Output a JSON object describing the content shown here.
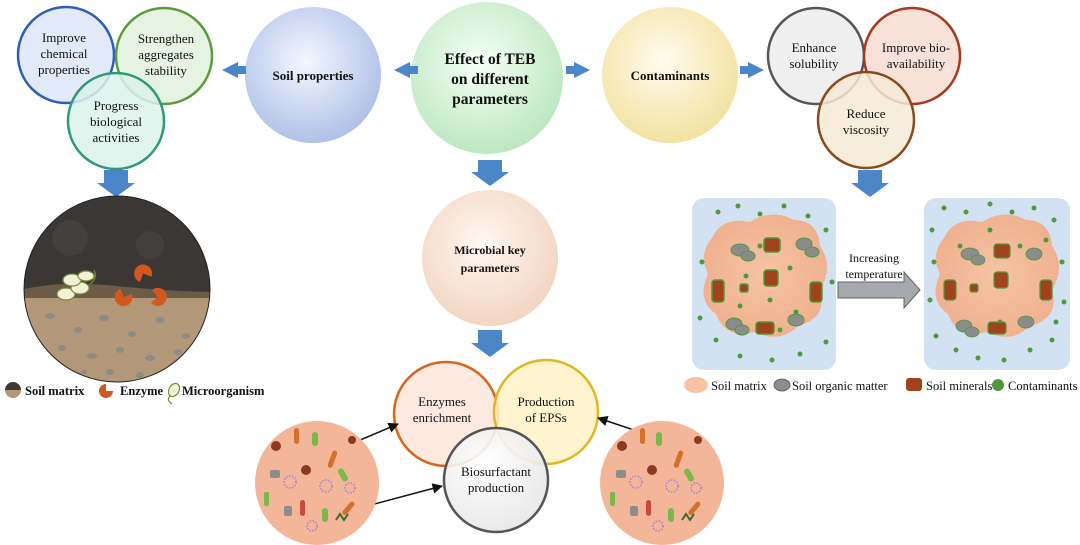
{
  "center": {
    "line1": "Effect of TEB",
    "line2": "on different",
    "line3": "parameters"
  },
  "soil_properties": {
    "label": "Soil properties"
  },
  "contaminants": {
    "label": "Contaminants"
  },
  "microbial": {
    "line1": "Microbial key",
    "line2": "parameters"
  },
  "soil_effects": {
    "chemical": {
      "line1": "Improve",
      "line2": "chemical",
      "line3": "properties"
    },
    "aggregates": {
      "line1": "Strengthen",
      "line2": "aggregates",
      "line3": "stability"
    },
    "biological": {
      "line1": "Progress",
      "line2": "biological",
      "line3": "activities"
    }
  },
  "contaminant_effects": {
    "solubility": {
      "line1": "Enhance",
      "line2": "solubility"
    },
    "bioavailability": {
      "line1": "Improve bio-",
      "line2": "availability"
    },
    "viscosity": {
      "line1": "Reduce",
      "line2": "viscosity"
    }
  },
  "microbial_effects": {
    "enzymes": {
      "line1": "Enzymes",
      "line2": "enrichment"
    },
    "eps": {
      "line1": "Production",
      "line2": "of EPSs"
    },
    "biosurfactant": {
      "line1": "Biosurfactant",
      "line2": "production"
    }
  },
  "temperature_arrow": {
    "line1": "Increasing",
    "line2": "temperature"
  },
  "soil_legend": {
    "soil_matrix": "Soil matrix",
    "enzyme": "Enzyme",
    "microorganism": "Microorganism"
  },
  "contaminant_legend": {
    "soil_matrix": "Soil matrix",
    "organic_matter": "Soil organic matter",
    "minerals": "Soil  minerals",
    "contaminants": "Contaminants"
  },
  "colors": {
    "arrow_blue": "#4a86c8",
    "soil_blue": "#b8c8ea",
    "center_green": "#c8ecc8",
    "contam_yellow": "#f6e6a6",
    "micro_peach": "#f6dccc",
    "matrix_pink": "#f8c6a6",
    "panel_blue": "#d2e2f2",
    "mineral_brown": "#a0431c",
    "contaminant_green": "#4e9a3a",
    "organic_grey": "#8c8c8c"
  }
}
